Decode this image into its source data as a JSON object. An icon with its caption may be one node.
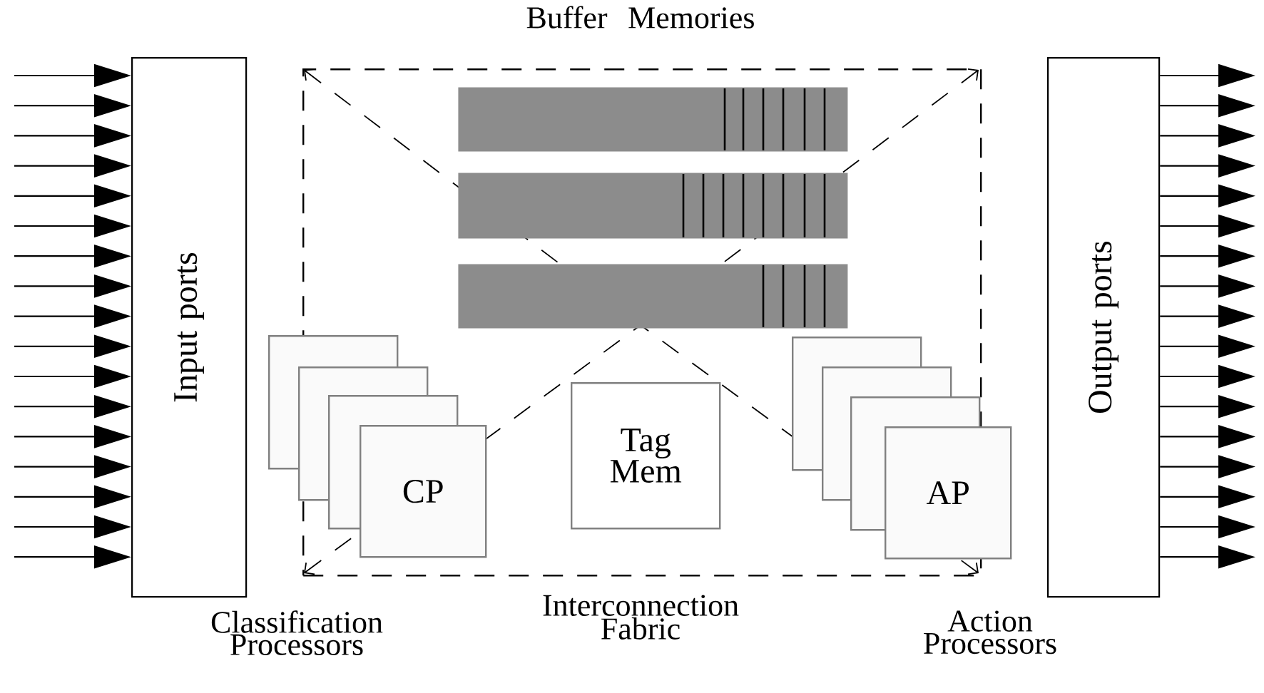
{
  "diagram": {
    "nodes": [
      {
        "text": [
          "Input ports"
        ]
      },
      {
        "text": [],
        "shape": "box",
        "beside": [
          "Interconnection Fabric"
        ]
      },
      {
        "text": [],
        "shape": "bar",
        "in": 1
      },
      {
        "text": [],
        "shape": "bar",
        "in": 1
      },
      {
        "text": [],
        "shape": "bar",
        "in": 1
      },
      {
        "text": [],
        "shape": "box"
      },
      {
        "text": [],
        "shape": "box",
        "in": 1
      },
      {
        "text": [],
        "shape": "box",
        "in": 1
      },
      {
        "text": [
          "CP"
        ],
        "in": 1
      },
      {
        "text": [
          "Tag Mem"
        ],
        "in": 1
      },
      {
        "text": [],
        "shape": "box",
        "in": 1
      },
      {
        "text": [],
        "shape": "box",
        "in": 1
      },
      {
        "text": [],
        "shape": "box",
        "in": 1
      },
      {
        "text": [
          "AP"
        ]
      },
      {
        "text": [
          "Output ports"
        ]
      }
    ],
    "edges": [
      {
        "from": null,
        "to": 0,
        "arrow": "to"
      },
      {
        "from": null,
        "to": 0,
        "arrow": "to"
      },
      {
        "from": null,
        "to": 0,
        "arrow": "to"
      },
      {
        "from": null,
        "to": 0,
        "arrow": "to"
      },
      {
        "from": null,
        "to": 0,
        "arrow": "to"
      },
      {
        "from": null,
        "to": 0,
        "arrow": "to"
      },
      {
        "from": null,
        "to": 0,
        "arrow": "to"
      },
      {
        "from": null,
        "to": 0,
        "arrow": "to"
      },
      {
        "from": null,
        "to": 0,
        "arrow": "to"
      },
      {
        "from": null,
        "to": 0,
        "arrow": "to"
      },
      {
        "from": null,
        "to": 0,
        "arrow": "to"
      },
      {
        "from": null,
        "to": 0,
        "arrow": "to"
      },
      {
        "from": null,
        "to": 0,
        "arrow": "to"
      },
      {
        "from": null,
        "to": 0,
        "arrow": "to"
      },
      {
        "from": null,
        "to": 0,
        "arrow": "to"
      },
      {
        "from": null,
        "to": 0,
        "arrow": "to"
      },
      {
        "from": null,
        "to": 0,
        "arrow": "to"
      },
      {
        "from": 14,
        "to": null,
        "arrow": "to"
      },
      {
        "from": 14,
        "to": null,
        "arrow": "to"
      },
      {
        "from": 14,
        "to": null,
        "arrow": "to"
      },
      {
        "from": 14,
        "to": null,
        "arrow": "to"
      },
      {
        "from": 14,
        "to": null,
        "arrow": "to"
      },
      {
        "from": 14,
        "to": null,
        "arrow": "to"
      },
      {
        "from": 14,
        "to": null,
        "arrow": "to"
      },
      {
        "from": 14,
        "to": null,
        "arrow": "to"
      },
      {
        "from": 14,
        "to": null,
        "arrow": "to"
      },
      {
        "from": 14,
        "to": null,
        "arrow": "to"
      },
      {
        "from": 14,
        "to": null,
        "arrow": "to"
      },
      {
        "from": 14,
        "to": null,
        "arrow": "to"
      },
      {
        "from": 14,
        "to": null,
        "arrow": "to"
      },
      {
        "from": 14,
        "to": null,
        "arrow": "to"
      },
      {
        "from": 14,
        "to": null,
        "arrow": "to"
      },
      {
        "from": 14,
        "to": null,
        "arrow": "to"
      },
      {
        "from": 14,
        "to": null,
        "arrow": "to"
      }
    ],
    "labels": [
      "Buffer Memories",
      "Classification Processors",
      "Action Processors"
    ]
  }
}
